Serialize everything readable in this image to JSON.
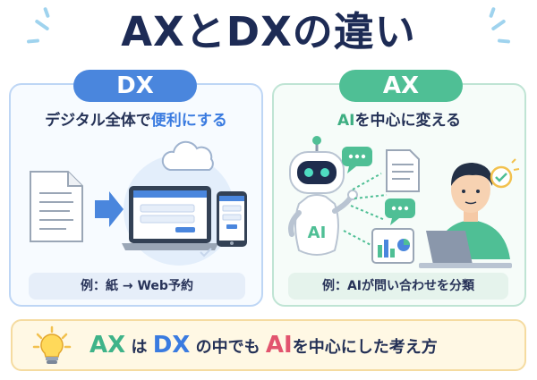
{
  "title": "AXとDXの違い",
  "dx": {
    "label": "DX",
    "subtitle_prefix": "デジタル全体で",
    "subtitle_highlight": "便利にする",
    "example": "例：紙 → Web予約"
  },
  "ax": {
    "label": "AX",
    "subtitle_highlight": "AI",
    "subtitle_suffix": "を中心に変える",
    "robot_label": "AI",
    "example": "例：AIが問い合わせを分類"
  },
  "summary": {
    "ax": "AX",
    "part1": " は ",
    "dx": "DX",
    "part2": " の中でも ",
    "ai": "AI",
    "part3": "を中心にした考え方"
  },
  "colors": {
    "dx_accent": "#4a86dd",
    "ax_accent": "#4fbf95",
    "ai_accent": "#e2546e",
    "title": "#1d2b55"
  }
}
